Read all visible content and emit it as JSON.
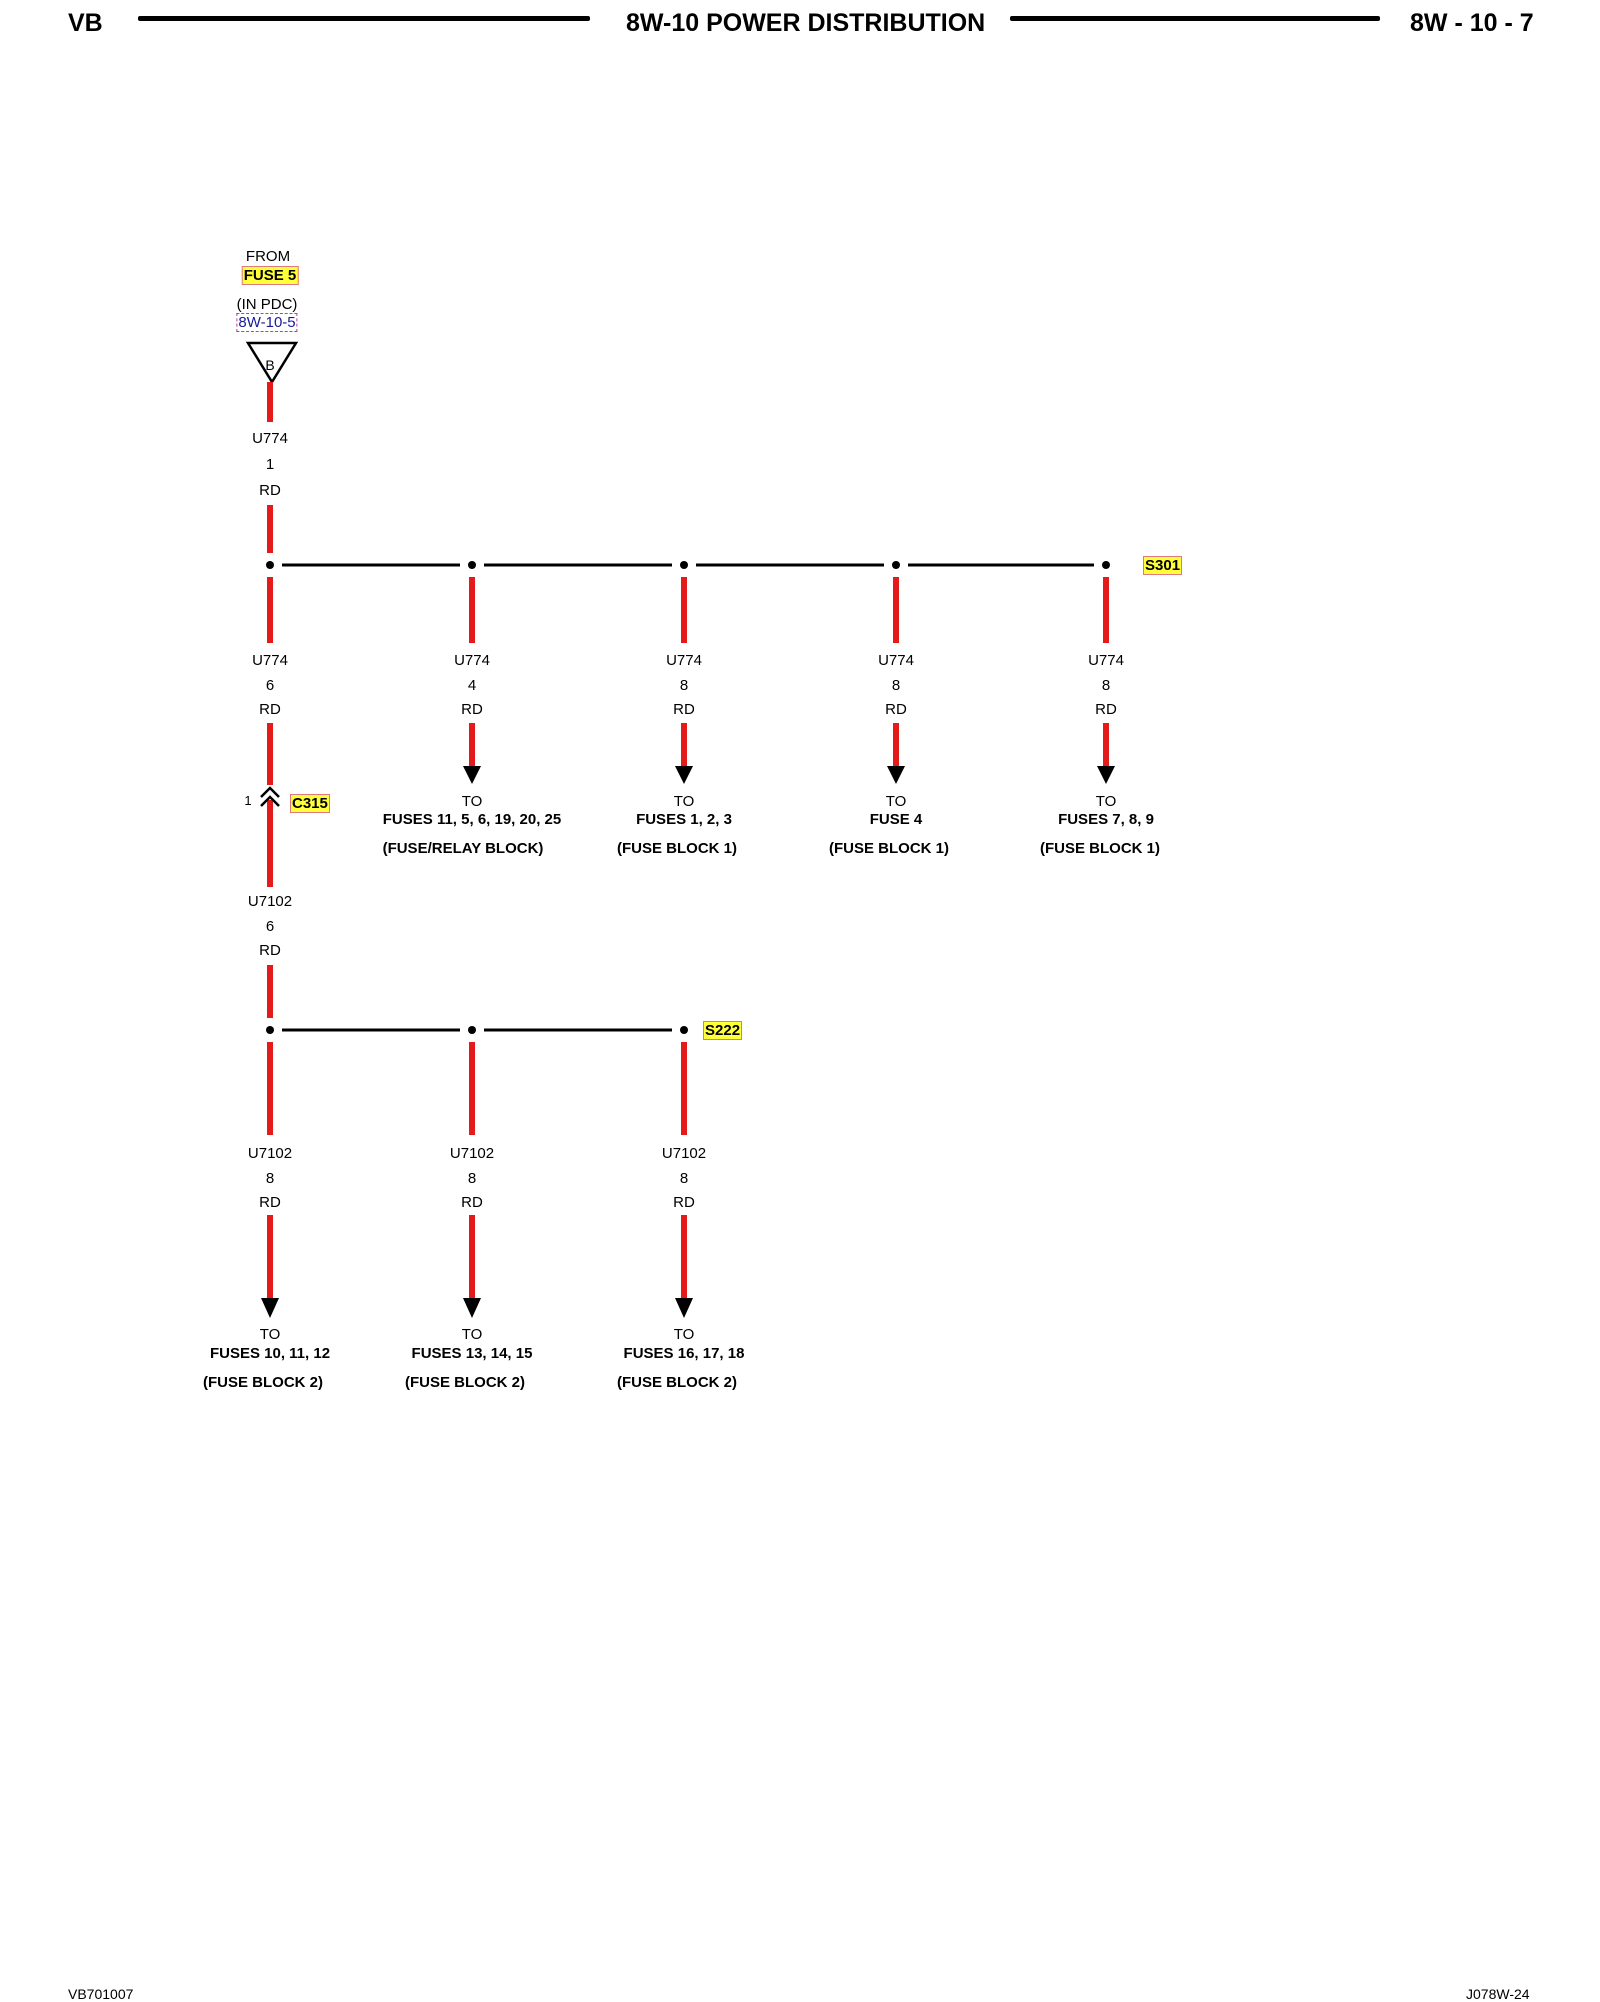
{
  "header": {
    "left": "VB",
    "title": "8W-10 POWER DISTRIBUTION",
    "page": "8W - 10 - 7"
  },
  "source": {
    "from": "FROM",
    "fuse": "FUSE 5",
    "location": "(IN PDC)",
    "ref": "8W-10-5",
    "connector_letter": "B"
  },
  "feed_wire": {
    "circuit": "U774",
    "gauge": "1",
    "color": "RD"
  },
  "splice_top": {
    "name": "S301",
    "branches": [
      {
        "circuit": "U774",
        "gauge": "6",
        "color": "RD"
      },
      {
        "circuit": "U774",
        "gauge": "4",
        "color": "RD",
        "to": "TO",
        "dest": "FUSES 11, 5, 6, 19, 20, 25",
        "block": "(FUSE/RELAY BLOCK)"
      },
      {
        "circuit": "U774",
        "gauge": "8",
        "color": "RD",
        "to": "TO",
        "dest": "FUSES 1, 2, 3",
        "block": "(FUSE BLOCK 1)"
      },
      {
        "circuit": "U774",
        "gauge": "8",
        "color": "RD",
        "to": "TO",
        "dest": "FUSE 4",
        "block": "(FUSE BLOCK 1)"
      },
      {
        "circuit": "U774",
        "gauge": "8",
        "color": "RD",
        "to": "TO",
        "dest": "FUSES 7, 8, 9",
        "block": "(FUSE BLOCK 1)"
      }
    ]
  },
  "connector": {
    "name": "C315",
    "pin": "1"
  },
  "mid_wire": {
    "circuit": "U7102",
    "gauge": "6",
    "color": "RD"
  },
  "splice_bottom": {
    "name": "S222",
    "branches": [
      {
        "circuit": "U7102",
        "gauge": "8",
        "color": "RD",
        "to": "TO",
        "dest": "FUSES 10, 11, 12",
        "block": "(FUSE BLOCK 2)"
      },
      {
        "circuit": "U7102",
        "gauge": "8",
        "color": "RD",
        "to": "TO",
        "dest": "FUSES 13, 14, 15",
        "block": "(FUSE BLOCK 2)"
      },
      {
        "circuit": "U7102",
        "gauge": "8",
        "color": "RD",
        "to": "TO",
        "dest": "FUSES 16, 17, 18",
        "block": "(FUSE BLOCK 2)"
      }
    ]
  },
  "footer": {
    "left": "VB701007",
    "right": "J078W-24"
  },
  "colors": {
    "wire": "#e41b1b",
    "bus": "#000000",
    "highlight": "#ffff3a"
  }
}
